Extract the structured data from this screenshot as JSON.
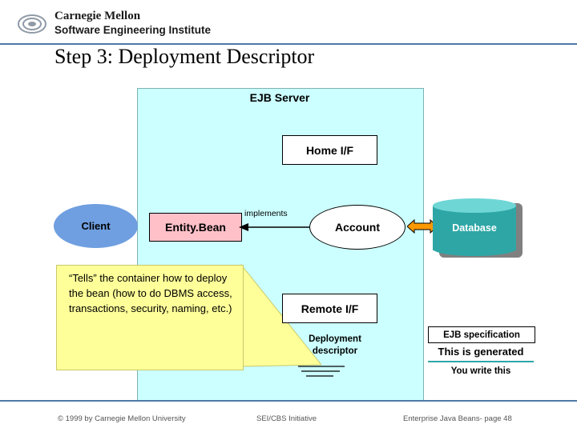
{
  "header": {
    "org_line1": "Carnegie Mellon",
    "org_line2": "Software Engineering Institute",
    "logo_icon": "cmu-sei-swirl-logo"
  },
  "title": "Step 3: Deployment Descriptor",
  "diagram": {
    "server_label": "EJB Server",
    "home_interface": "Home I/F",
    "remote_interface": "Remote I/F",
    "client": "Client",
    "entity_bean": "Entity.Bean",
    "implements_label": "implements",
    "account": "Account",
    "database": "Database",
    "deployment_descriptor": "Deployment\ndescriptor",
    "deployment_descriptor_line1": "Deployment",
    "deployment_descriptor_line2": "descriptor",
    "callout": "“Tells” the container how to deploy the bean (how to do DBMS access, transactions, security, naming, etc.)"
  },
  "legend": {
    "spec": "EJB specification",
    "generated": "This is generated",
    "you_write": "You write this"
  },
  "footer": {
    "left": "© 1999 by Carnegie Mellon University",
    "center": "SEI/CBS Initiative",
    "right": "Enterprise Java Beans- page 48"
  },
  "colors": {
    "panel": "#ccffff",
    "client": "#6f9fe0",
    "bean": "#ffc0c8",
    "callout": "#ffff99",
    "database": "#2ea6a6",
    "accent_rule": "#4e7aa8",
    "orange_arrow": "#ff9900"
  }
}
